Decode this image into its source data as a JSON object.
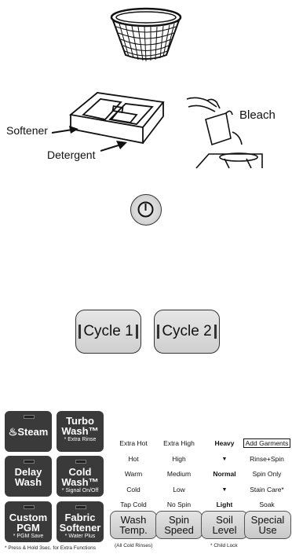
{
  "labels": {
    "softener": "Softener",
    "detergent": "Detergent",
    "bleach": "Bleach"
  },
  "cycle_buttons": [
    "Cycle 1",
    "Cycle 2"
  ],
  "panel": {
    "left_buttons": [
      {
        "title": "Steam",
        "sub": ""
      },
      {
        "title": "Turbo Wash™",
        "sub": "* Extra Rinse"
      },
      {
        "title": "Delay Wash",
        "sub": ""
      },
      {
        "title": "Cold Wash™",
        "sub": "* Signal On/Off"
      },
      {
        "title": "Custom PGM",
        "sub": "* PGM Save"
      },
      {
        "title": "Fabric Softener",
        "sub": "* Water Plus"
      }
    ],
    "footnote": "* Press & Hold 3sec. for Extra Functions",
    "columns": [
      {
        "options": [
          "Extra Hot",
          "Hot",
          "Warm",
          "Cold",
          "Tap Cold"
        ],
        "button": [
          "Wash",
          "Temp."
        ],
        "note": "(All Cold Rinses)"
      },
      {
        "options": [
          "Extra High",
          "High",
          "Medium",
          "Low",
          "No Spin"
        ],
        "button": [
          "Spin",
          "Speed"
        ],
        "note": ""
      },
      {
        "options": [
          "Heavy",
          "▼",
          "Normal",
          "▼",
          "Light"
        ],
        "button": [
          "Soil",
          "Level"
        ],
        "note": "* Child Lock"
      },
      {
        "options": [
          "Add Garments",
          "Rinse+Spin",
          "Spin Only",
          "Stain Care*",
          "Soak"
        ],
        "button": [
          "Special",
          "Use"
        ],
        "note": ""
      }
    ]
  }
}
